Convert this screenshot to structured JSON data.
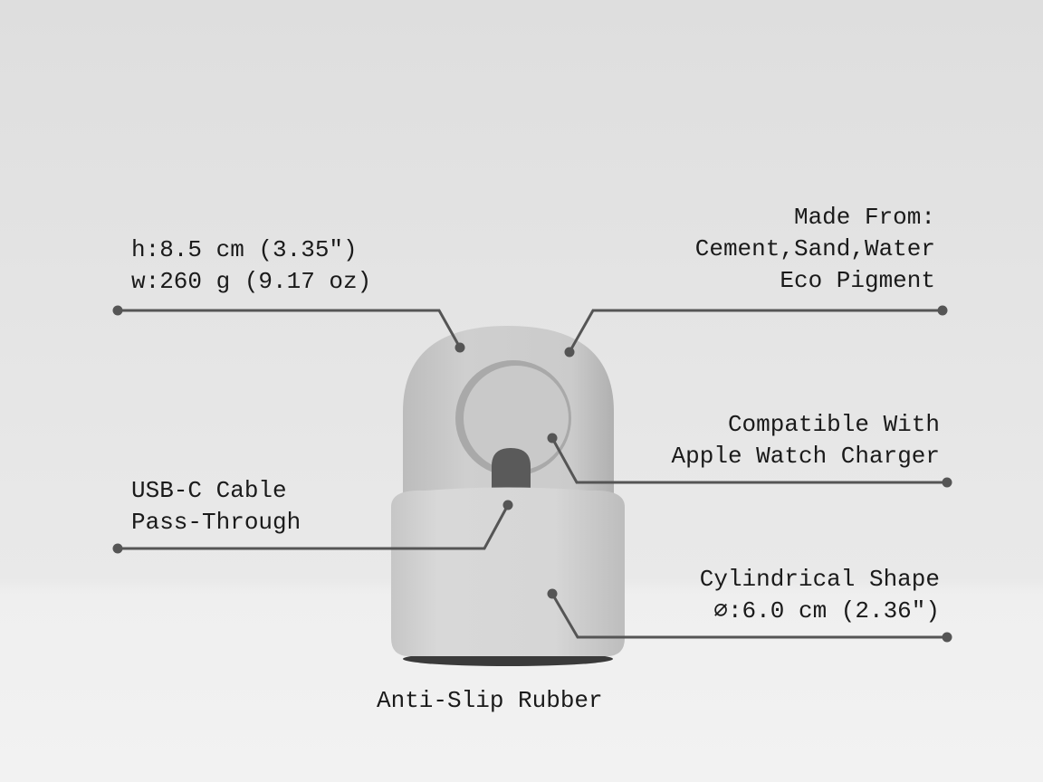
{
  "callouts": {
    "dimensions": {
      "line1": "h:8.5 cm (3.35″)",
      "line2": "w:260 g (9.17 oz)"
    },
    "material": {
      "line1": "Made From:",
      "line2": "Cement,Sand,Water",
      "line3": "Eco Pigment"
    },
    "compatibility": {
      "line1": "Compatible With",
      "line2": "Apple Watch Charger"
    },
    "cable": {
      "line1": "USB-C Cable",
      "line2": "Pass-Through"
    },
    "shape": {
      "line1": "Cylindrical Shape",
      "line2": "∅:6.0 cm (2.36″)"
    },
    "base": {
      "line1": "Anti-Slip Rubber"
    }
  },
  "colors": {
    "leader_line": "#555555",
    "product": "#d4d4d4",
    "background": "#e4e4e4"
  }
}
